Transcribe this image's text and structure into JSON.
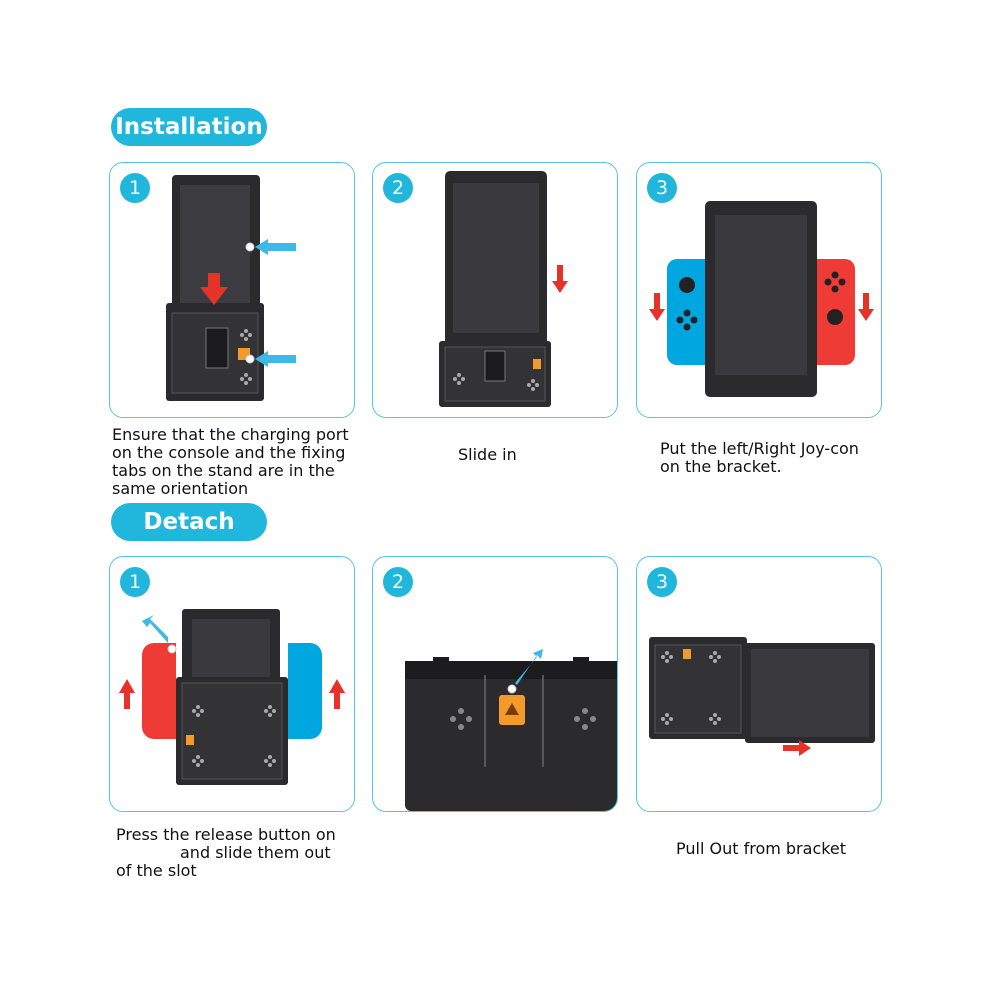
{
  "sections": {
    "installation": "Installation",
    "detach": "Detach"
  },
  "steps": {
    "install": [
      {
        "number": "1",
        "caption": [
          "Ensure that the charging port",
          "on the console and the fixing",
          "tabs on the stand are in the",
          "same orientation"
        ]
      },
      {
        "number": "2",
        "caption": [
          "Slide in"
        ]
      },
      {
        "number": "3",
        "caption": [
          "Put the left/Right Joy-con",
          "on the bracket."
        ]
      }
    ],
    "detach": [
      {
        "number": "1",
        "caption": [
          "Press the release button on",
          "and slide them out",
          "of the slot"
        ]
      },
      {
        "number": "2",
        "caption": []
      },
      {
        "number": "3",
        "caption": [
          "Pull Out from bracket"
        ]
      }
    ]
  },
  "colors": {
    "accent": "#21b6dc",
    "panel_border": "#58c3e6",
    "arrow_red": "#e6332a",
    "arrow_blue": "#3db8e8",
    "joycon_blue": "#00a6e0",
    "joycon_red": "#ef3b36",
    "device_dark": "#2b2b2d",
    "release_orange": "#f39a2c"
  }
}
